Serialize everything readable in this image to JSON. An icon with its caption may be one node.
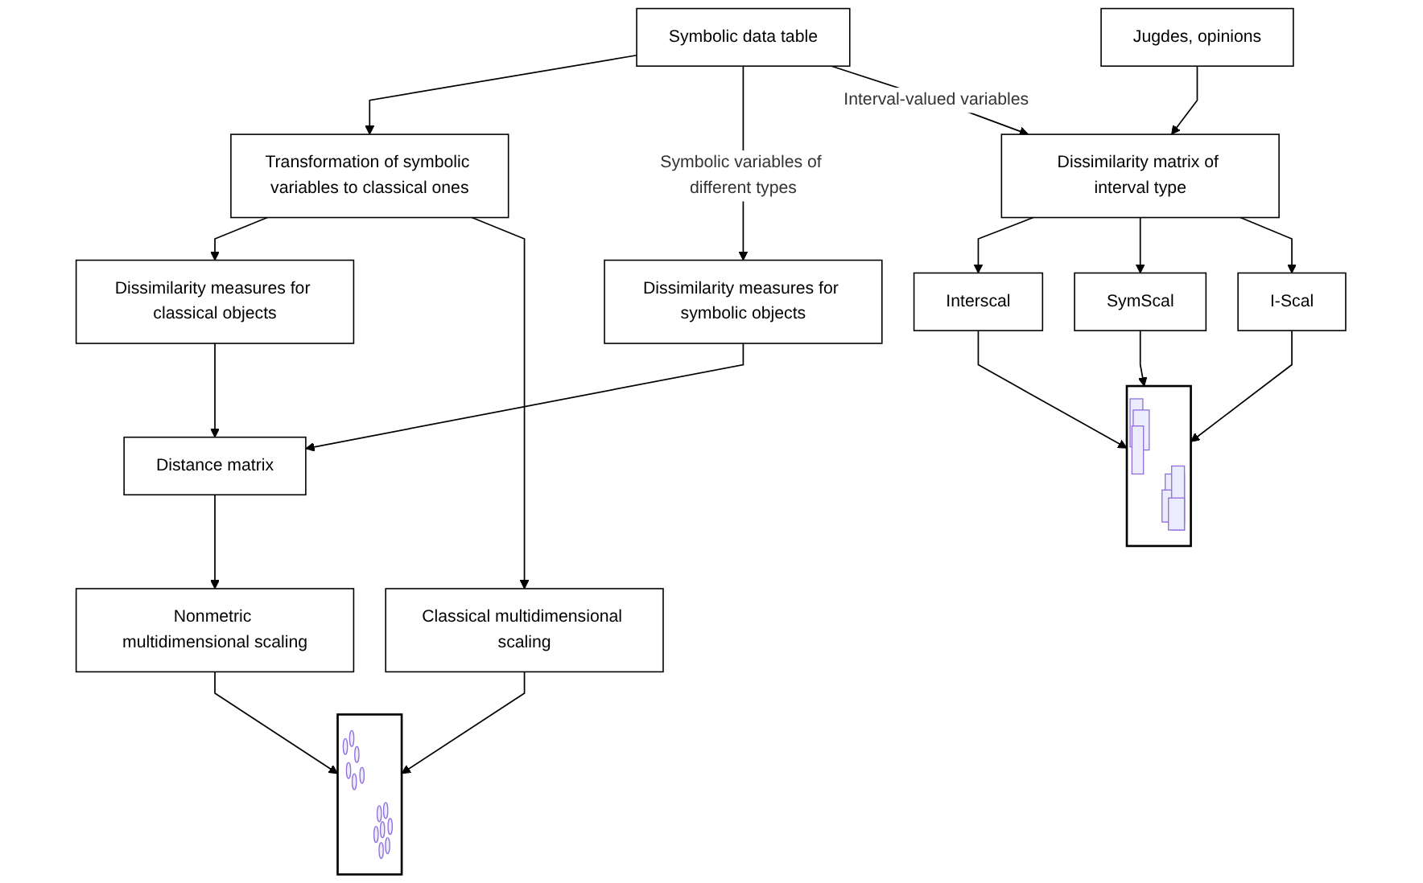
{
  "diagram": {
    "nodes": [
      {
        "text": [
          "Symbolic data table"
        ]
      },
      {
        "text": [
          "Jugdes, opinions"
        ]
      },
      {
        "text": [
          "Transformation of symbolic variables to classical ones"
        ]
      },
      {
        "text": [
          "Dissimilarity measures for symbolic objects"
        ]
      },
      {
        "text": [
          "Dissimilarity matrix of interval type"
        ]
      },
      {
        "text": [
          "Dissimilarity measures for classical objects"
        ]
      },
      {
        "text": [
          "Distance matrix"
        ]
      },
      {
        "text": [
          "Classical multidimensional scaling"
        ]
      },
      {
        "text": [
          "Nonmetric multidimensional scaling"
        ]
      },
      {
        "text": [
          "Interscal"
        ]
      },
      {
        "text": [
          "SymScal"
        ]
      },
      {
        "text": [
          "I-Scal"
        ]
      },
      {
        "text": [],
        "shape": "picture"
      },
      {
        "text": [],
        "shape": "picture"
      }
    ],
    "edges": [
      {
        "from": 0,
        "to": 2,
        "arrow": "to"
      },
      {
        "from": 0,
        "to": 3,
        "arrow": "to",
        "label": "Symbolic variables of different types"
      },
      {
        "from": 0,
        "to": 4,
        "arrow": "to",
        "label": "Interval-valued variables"
      },
      {
        "from": 1,
        "to": 4,
        "arrow": "to"
      },
      {
        "from": 2,
        "to": 5,
        "arrow": "to"
      },
      {
        "from": 2,
        "to": 7,
        "arrow": "to"
      },
      {
        "from": 5,
        "to": 6,
        "arrow": "to"
      },
      {
        "from": 3,
        "to": 6,
        "arrow": "to"
      },
      {
        "from": 6,
        "to": 8,
        "arrow": "to"
      },
      {
        "from": 4,
        "to": 9,
        "arrow": "to"
      },
      {
        "from": 4,
        "to": 10,
        "arrow": "to"
      },
      {
        "from": 4,
        "to": 11,
        "arrow": "to"
      },
      {
        "from": 7,
        "to": 12,
        "arrow": "to"
      },
      {
        "from": 8,
        "to": 12,
        "arrow": "to"
      },
      {
        "from": 9,
        "to": 13,
        "arrow": "to"
      },
      {
        "from": 10,
        "to": 13,
        "arrow": "to"
      },
      {
        "from": 11,
        "to": 13,
        "arrow": "to"
      }
    ]
  }
}
